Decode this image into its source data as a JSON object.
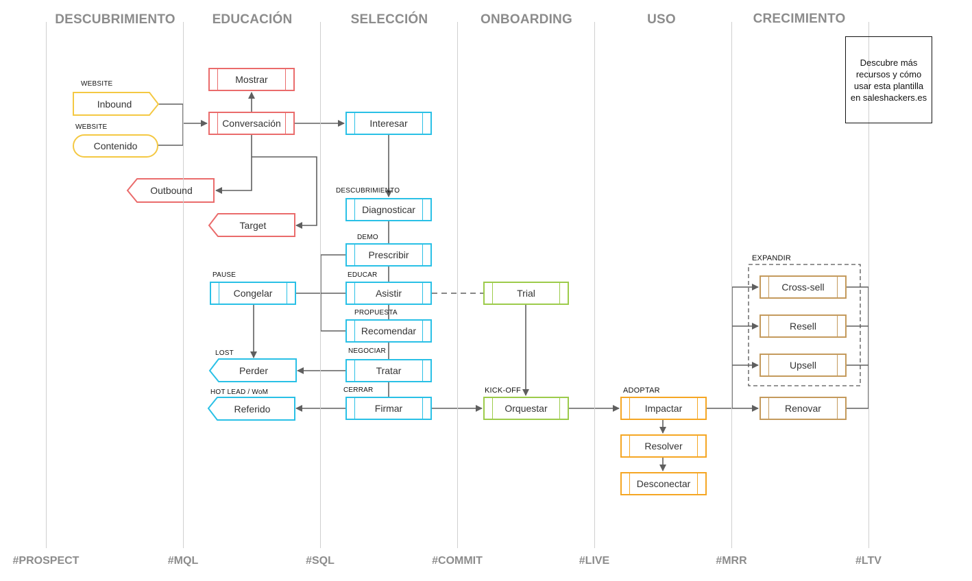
{
  "phases": [
    "DESCUBRIMIENTO",
    "EDUCACIÓN",
    "SELECCIÓN",
    "ONBOARDING",
    "USO",
    "CRECIMIENTO"
  ],
  "metrics": [
    "#PROSPECT",
    "#MQL",
    "#SQL",
    "#COMMIT",
    "#LIVE",
    "#MRR",
    "#LTV"
  ],
  "note": "Descubre más recursos y cómo usar esta plantilla en saleshackers.es",
  "colors": {
    "yellow": "#f4c842",
    "red": "#ea6b6b",
    "blue": "#29c0e6",
    "green": "#9ccb4a",
    "orange": "#f5a623",
    "tan": "#c49a5c",
    "arrow": "#5f5f5f",
    "grid": "#cfcfcf"
  },
  "nodes": {
    "inbound": "Inbound",
    "contenido": "Contenido",
    "mostrar": "Mostrar",
    "conversacion": "Conversación",
    "outbound": "Outbound",
    "target": "Target",
    "interesar": "Interesar",
    "diagnosticar": "Diagnosticar",
    "prescribir": "Prescribir",
    "asistir": "Asistir",
    "recomendar": "Recomendar",
    "tratar": "Tratar",
    "firmar": "Firmar",
    "congelar": "Congelar",
    "perder": "Perder",
    "referido": "Referido",
    "trial": "Trial",
    "orquestar": "Orquestar",
    "impactar": "Impactar",
    "resolver": "Resolver",
    "desconectar": "Desconectar",
    "crosssell": "Cross-sell",
    "resell": "Resell",
    "upsell": "Upsell",
    "renovar": "Renovar"
  },
  "tags": {
    "website1": "WEBSITE",
    "website2": "WEBSITE",
    "descubrimiento": "DESCUBRIMIENTO",
    "demo": "DEMO",
    "educar": "EDUCAR",
    "propuesta": "PROPUESTA",
    "negociar": "NEGOCIAR",
    "cerrar": "CERRAR",
    "pause": "PAUSE",
    "lost": "LOST",
    "hotlead": "HOT LEAD / WoM",
    "kickoff": "KICK-OFF",
    "adoptar": "ADOPTAR",
    "expandir": "EXPANDIR"
  }
}
